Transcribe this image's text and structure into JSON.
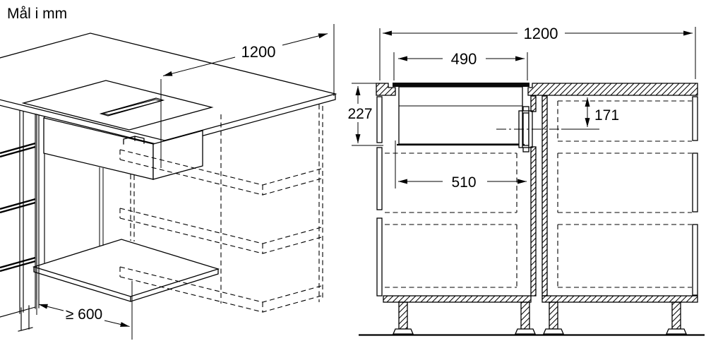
{
  "title": "Mål i mm",
  "colors": {
    "line": "#000000",
    "background": "#ffffff",
    "shelf": "#d8d8d8",
    "flange": "#999999"
  },
  "isometric_view": {
    "width_label": "1200",
    "clearance_label": "≥ 600"
  },
  "section_view": {
    "total_width_label": "1200",
    "cutout_width_label": "490",
    "mount_depth_label": "227",
    "outlet_center_label": "171",
    "inner_width_label": "510"
  }
}
